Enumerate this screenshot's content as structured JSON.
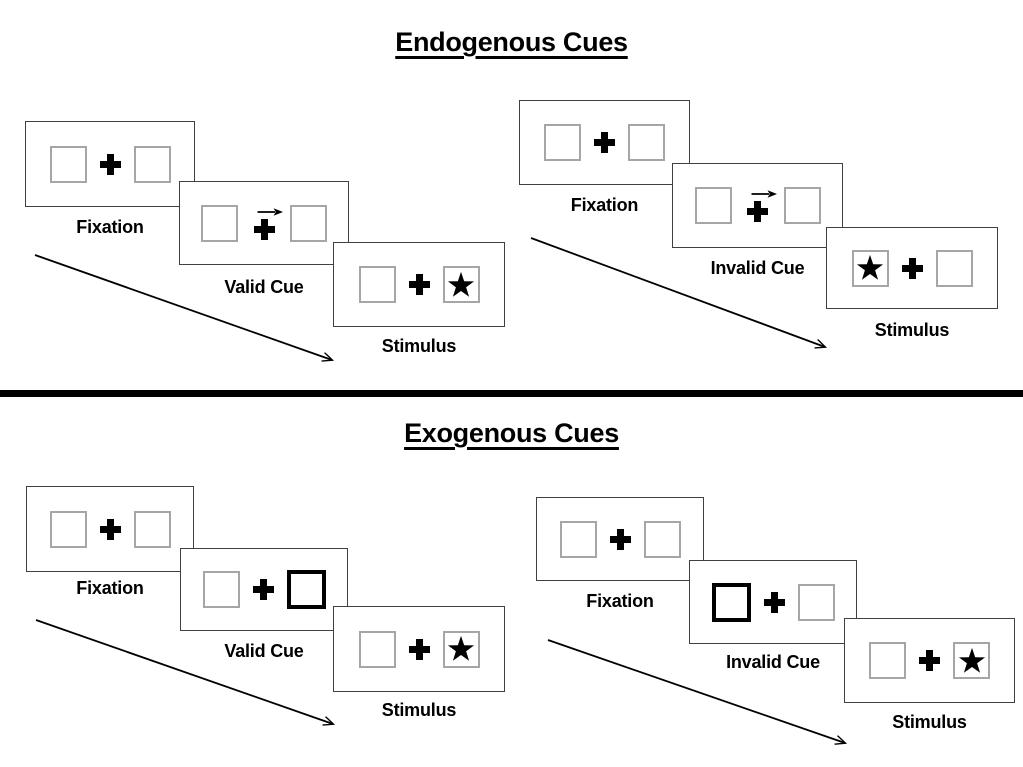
{
  "colors": {
    "background": "#ffffff",
    "ink": "#000000",
    "panel_border": "#404040",
    "placeholder_box_border": "#a6a6a6",
    "divider": "#000000"
  },
  "sections": [
    {
      "title": "Endogenous Cues",
      "groups": [
        {
          "name": "valid-cue-sequence",
          "panels": [
            {
              "label": "Fixation",
              "type": "fixation",
              "left_box": "empty",
              "center": "fixation-cross",
              "right_box": "empty"
            },
            {
              "label": "Valid Cue",
              "type": "arrow-cue",
              "left_box": "empty",
              "center": "right-arrow-above-cross",
              "right_box": "empty"
            },
            {
              "label": "Stimulus",
              "type": "stimulus",
              "left_box": "empty",
              "center": "fixation-cross",
              "right_box": "star"
            }
          ]
        },
        {
          "name": "invalid-cue-sequence",
          "panels": [
            {
              "label": "Fixation",
              "type": "fixation",
              "left_box": "empty",
              "center": "fixation-cross",
              "right_box": "empty"
            },
            {
              "label": "Invalid Cue",
              "type": "arrow-cue",
              "left_box": "empty",
              "center": "right-arrow-above-cross",
              "right_box": "empty"
            },
            {
              "label": "Stimulus",
              "type": "stimulus",
              "left_box": "star",
              "center": "fixation-cross",
              "right_box": "empty"
            }
          ]
        }
      ]
    },
    {
      "title": "Exogenous Cues",
      "groups": [
        {
          "name": "valid-cue-sequence",
          "panels": [
            {
              "label": "Fixation",
              "type": "fixation",
              "left_box": "empty",
              "center": "fixation-cross",
              "right_box": "empty"
            },
            {
              "label": "Valid Cue",
              "type": "box-cue",
              "left_box": "empty",
              "center": "fixation-cross",
              "right_box": "highlighted-empty"
            },
            {
              "label": "Stimulus",
              "type": "stimulus",
              "left_box": "empty",
              "center": "fixation-cross",
              "right_box": "star"
            }
          ]
        },
        {
          "name": "invalid-cue-sequence",
          "panels": [
            {
              "label": "Fixation",
              "type": "fixation",
              "left_box": "empty",
              "center": "fixation-cross",
              "right_box": "empty"
            },
            {
              "label": "Invalid Cue",
              "type": "box-cue",
              "left_box": "highlighted-empty",
              "center": "fixation-cross",
              "right_box": "empty"
            },
            {
              "label": "Stimulus",
              "type": "stimulus",
              "left_box": "empty",
              "center": "fixation-cross",
              "right_box": "star"
            }
          ]
        }
      ]
    }
  ]
}
